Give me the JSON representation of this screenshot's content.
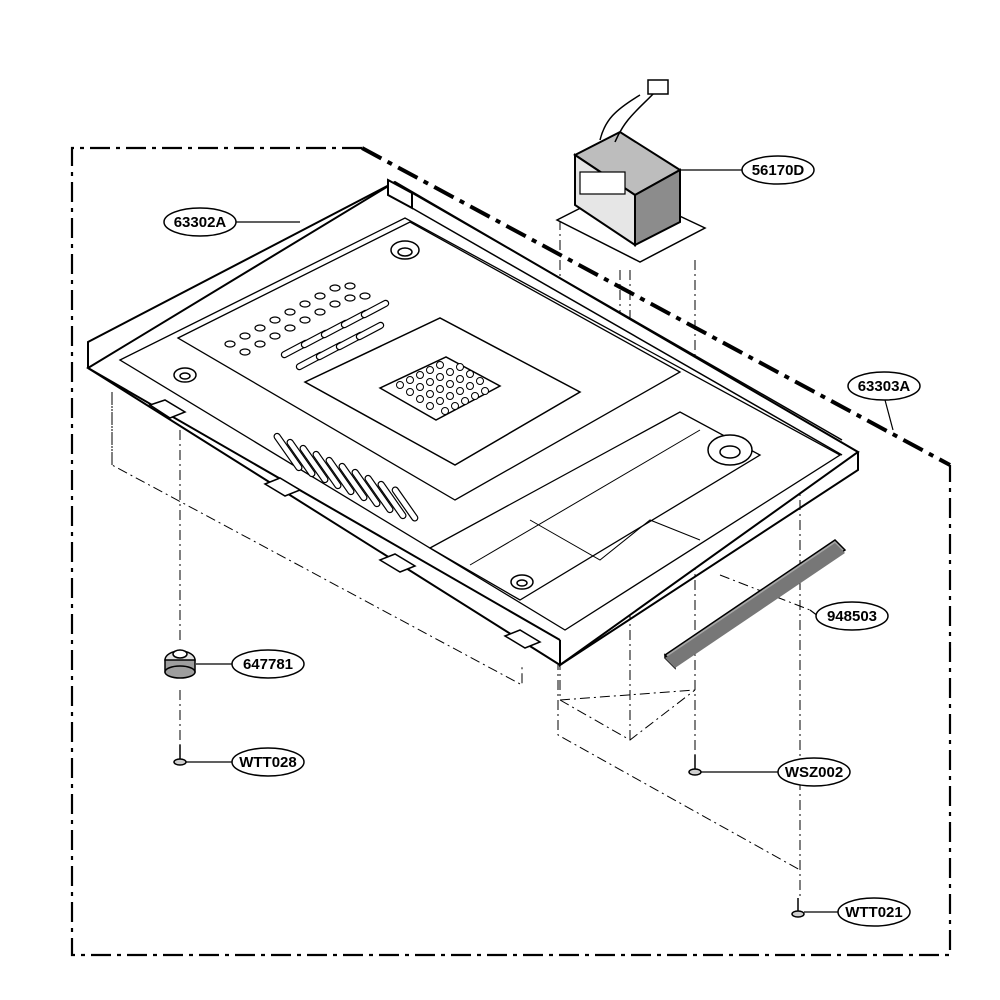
{
  "diagram": {
    "labels": [
      {
        "id": "transformer",
        "text": "56170D"
      },
      {
        "id": "base-plate",
        "text": "63302A"
      },
      {
        "id": "cover-plate",
        "text": "63303A"
      },
      {
        "id": "filter-strip",
        "text": "948503"
      },
      {
        "id": "foot",
        "text": "647781"
      },
      {
        "id": "screw-foot",
        "text": "WTT028"
      },
      {
        "id": "screw-transformer",
        "text": "WSZ002"
      },
      {
        "id": "screw-corner",
        "text": "WTT021"
      }
    ],
    "colors": {
      "line": "#000000",
      "background": "#ffffff",
      "shade": "#d9d9d9"
    }
  }
}
